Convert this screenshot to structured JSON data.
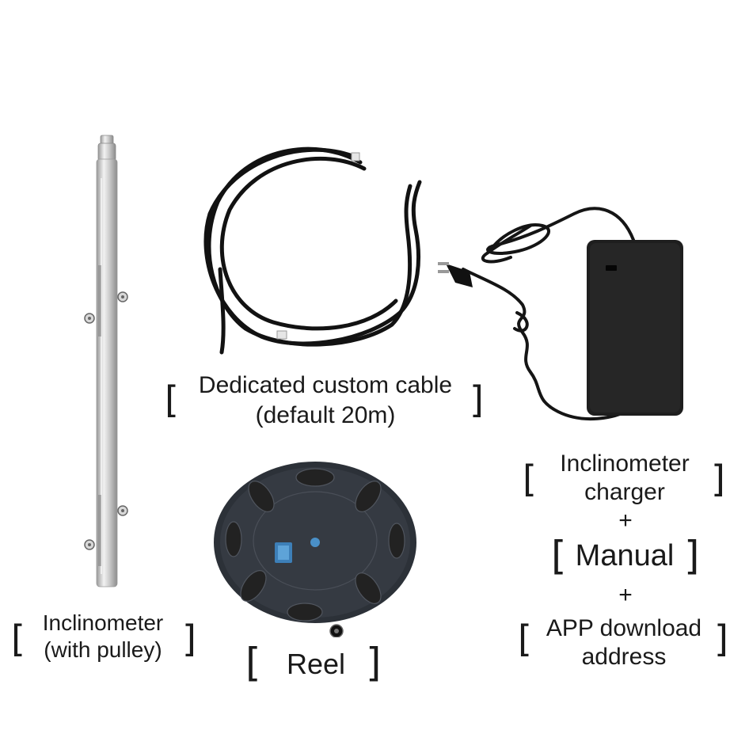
{
  "labels": {
    "cable": {
      "line1": "Dedicated custom cable",
      "line2": "(default 20m)"
    },
    "inclinometer": {
      "line1": "Inclinometer",
      "line2": "(with pulley)"
    },
    "reel": {
      "line1": "Reel"
    },
    "charger": {
      "line1": "Inclinometer",
      "line2": "charger"
    },
    "plus1": "+",
    "manual": "Manual",
    "plus2": "+",
    "app": {
      "line1": "APP download",
      "line2": "address"
    }
  },
  "brackets": {
    "open": "[",
    "close": "]"
  },
  "icons": {
    "inclinometer": "inclinometer-probe-icon",
    "cable": "coiled-cable-icon",
    "charger": "charger-adapter-icon",
    "reel": "cable-reel-icon"
  }
}
